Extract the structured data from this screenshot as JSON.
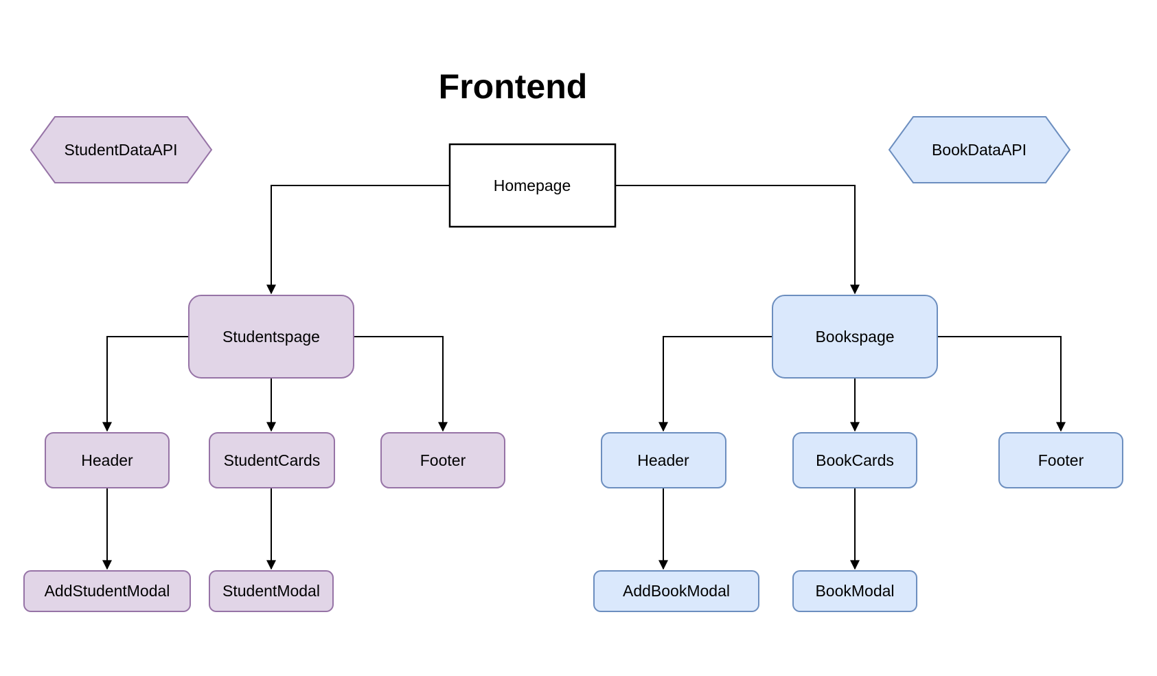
{
  "diagram": {
    "title": "Frontend",
    "nodes": {
      "student_api": {
        "label": "StudentDataAPI",
        "shape": "hexagon",
        "theme": "purple"
      },
      "book_api": {
        "label": "BookDataAPI",
        "shape": "hexagon",
        "theme": "blue"
      },
      "homepage": {
        "label": "Homepage",
        "shape": "rectangle",
        "theme": "plain"
      },
      "studentspage": {
        "label": "Studentspage",
        "shape": "rounded",
        "theme": "purple"
      },
      "bookspage": {
        "label": "Bookspage",
        "shape": "rounded",
        "theme": "blue"
      },
      "student_header": {
        "label": "Header",
        "shape": "rounded",
        "theme": "purple"
      },
      "student_cards": {
        "label": "StudentCards",
        "shape": "rounded",
        "theme": "purple"
      },
      "student_footer": {
        "label": "Footer",
        "shape": "rounded",
        "theme": "purple"
      },
      "book_header": {
        "label": "Header",
        "shape": "rounded",
        "theme": "blue"
      },
      "book_cards": {
        "label": "BookCards",
        "shape": "rounded",
        "theme": "blue"
      },
      "book_footer": {
        "label": "Footer",
        "shape": "rounded",
        "theme": "blue"
      },
      "add_student_modal": {
        "label": "AddStudentModal",
        "shape": "rounded",
        "theme": "purple"
      },
      "student_modal": {
        "label": "StudentModal",
        "shape": "rounded",
        "theme": "purple"
      },
      "add_book_modal": {
        "label": "AddBookModal",
        "shape": "rounded",
        "theme": "blue"
      },
      "book_modal": {
        "label": "BookModal",
        "shape": "rounded",
        "theme": "blue"
      }
    },
    "edges": [
      {
        "from": "homepage",
        "to": "studentspage"
      },
      {
        "from": "homepage",
        "to": "bookspage"
      },
      {
        "from": "studentspage",
        "to": "student_header"
      },
      {
        "from": "studentspage",
        "to": "student_cards"
      },
      {
        "from": "studentspage",
        "to": "student_footer"
      },
      {
        "from": "bookspage",
        "to": "book_header"
      },
      {
        "from": "bookspage",
        "to": "book_cards"
      },
      {
        "from": "bookspage",
        "to": "book_footer"
      },
      {
        "from": "student_header",
        "to": "add_student_modal"
      },
      {
        "from": "student_cards",
        "to": "student_modal"
      },
      {
        "from": "book_header",
        "to": "add_book_modal"
      },
      {
        "from": "book_cards",
        "to": "book_modal"
      }
    ],
    "colors": {
      "purple_fill": "#E1D5E7",
      "purple_stroke": "#9673A6",
      "blue_fill": "#DAE8FC",
      "blue_stroke": "#6C8EBF",
      "plain_fill": "#FFFFFF",
      "line": "#000000",
      "text": "#000000"
    }
  }
}
